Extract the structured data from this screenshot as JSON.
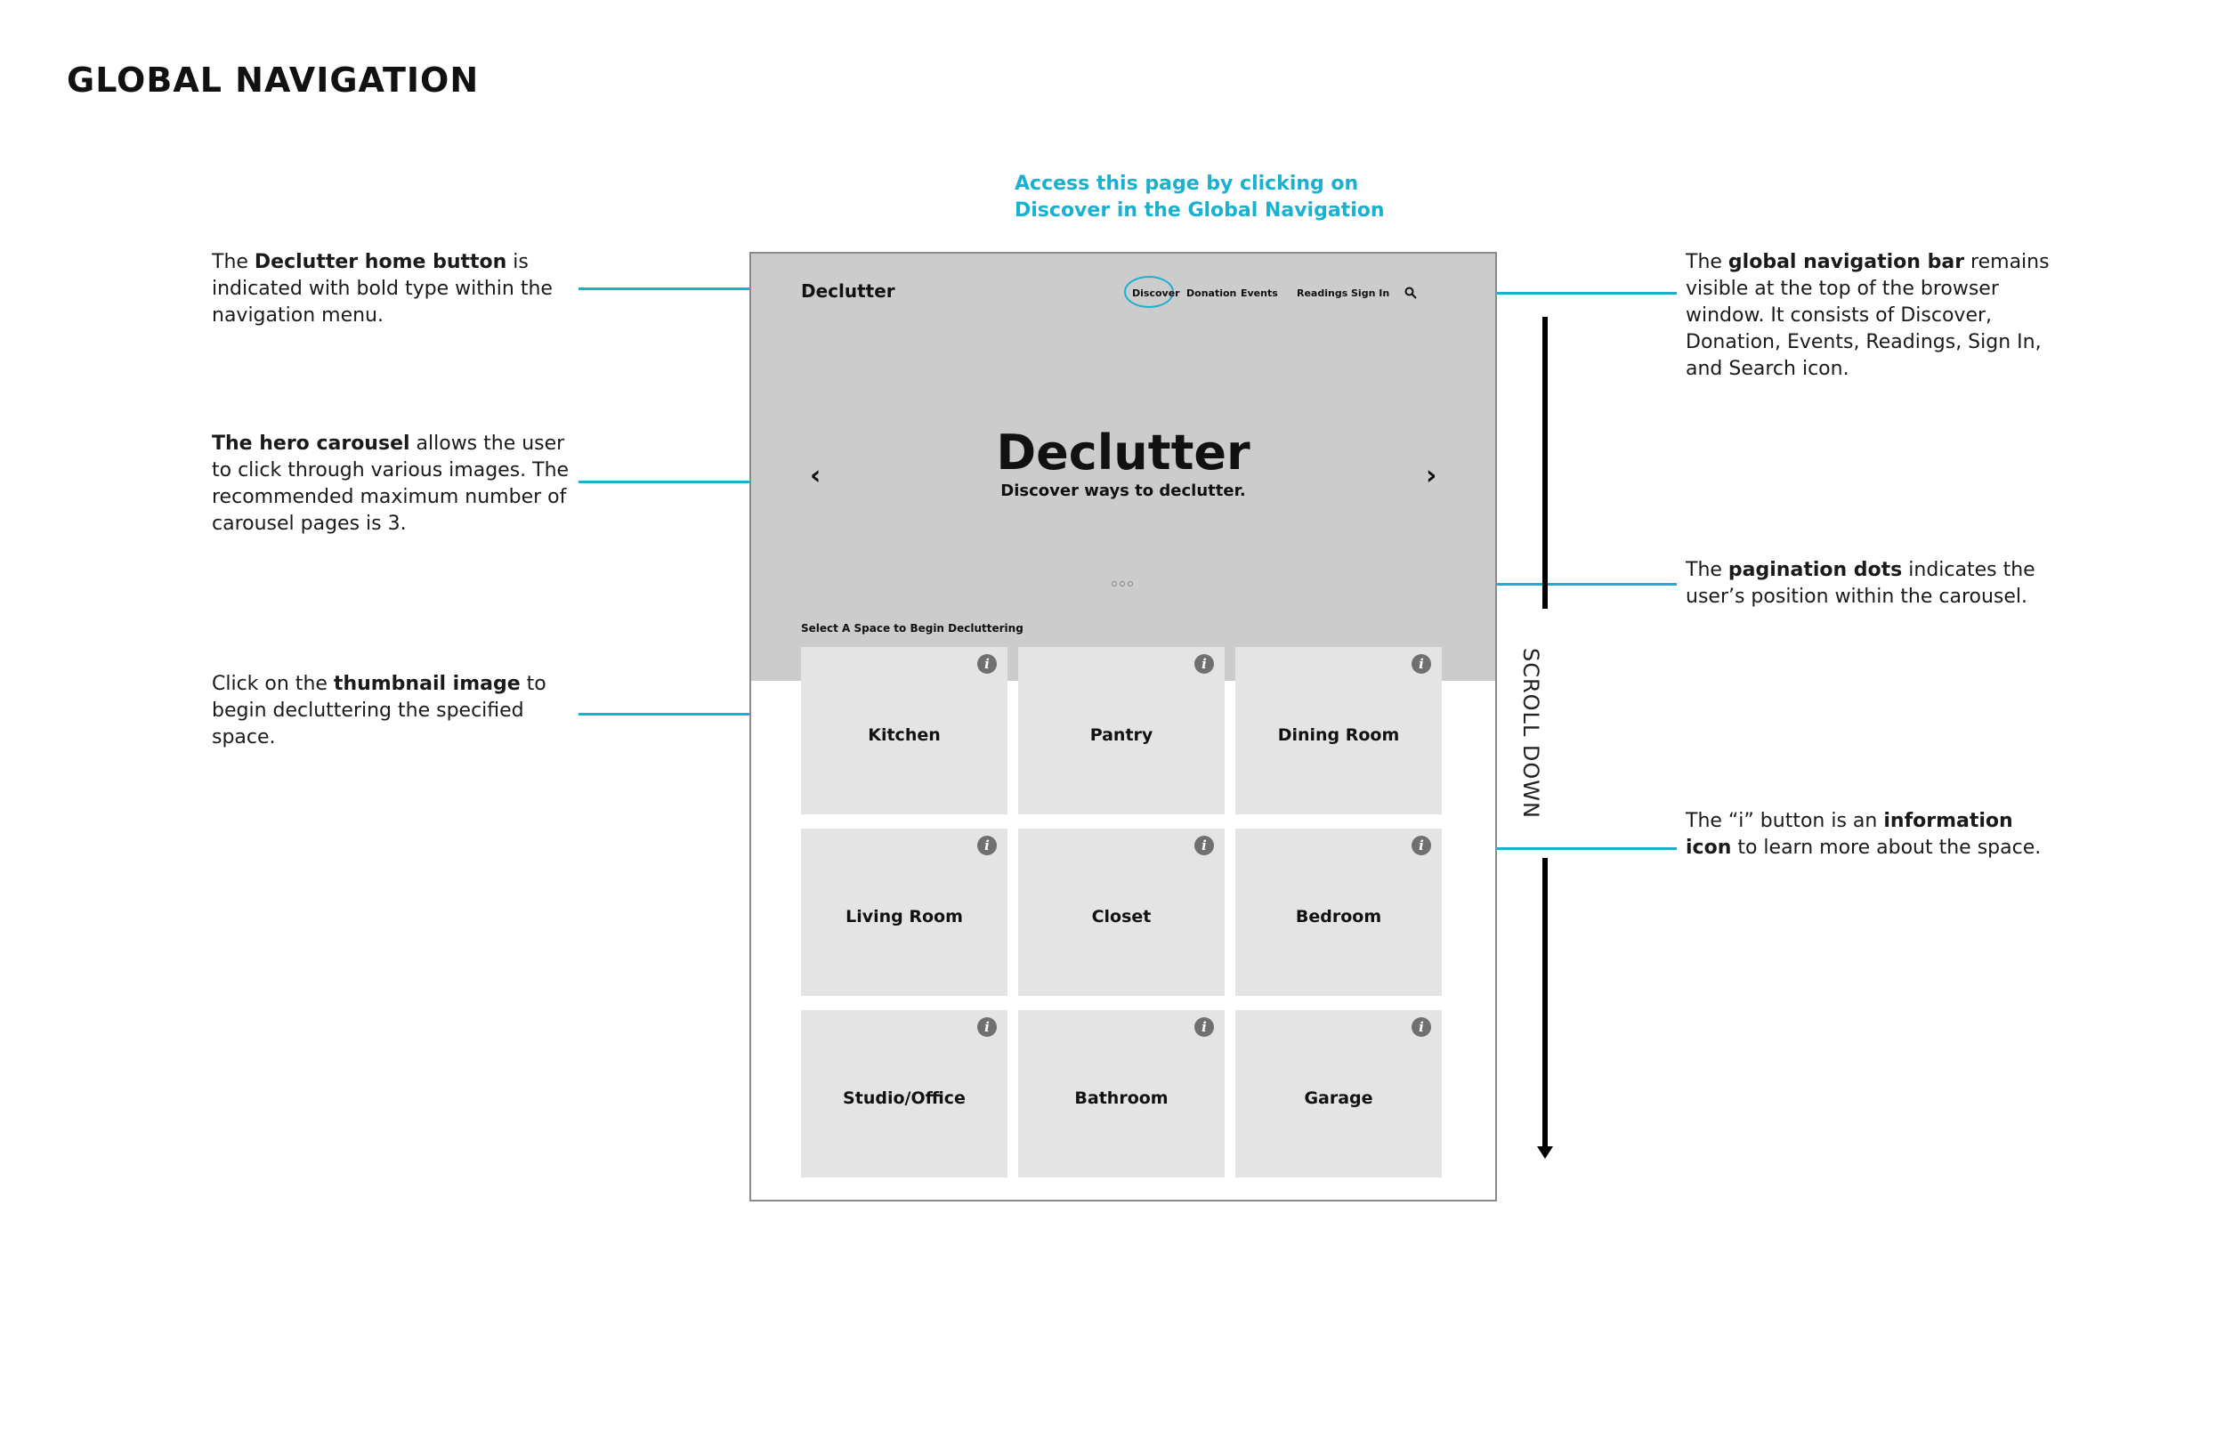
{
  "page": {
    "title": "GLOBAL NAVIGATION",
    "access_note": "Access this page by clicking on Discover in the Global Navigation"
  },
  "annotations": {
    "home_button": {
      "pre": "The ",
      "bold": "Declutter home button",
      "post": " is indicated with bold type within the navigation menu."
    },
    "hero_carousel": {
      "pre": "",
      "bold": "The hero carousel",
      "post": " allows the user to click through various images. The recommended maximum number of carousel pages is 3."
    },
    "thumbnail": {
      "pre": "Click on the ",
      "bold": "thumbnail image",
      "post": " to begin decluttering the specified space."
    },
    "global_nav": {
      "pre": "The ",
      "bold": "global navigation bar",
      "post": " remains visible at the top of the browser window. It consists of Discover, Donation, Events, Readings, Sign In, and Search icon."
    },
    "pagination": {
      "pre": "The ",
      "bold": "pagination dots",
      "post": " indicates the user’s position within the carousel."
    },
    "info_icon": {
      "pre": "The “i” button is an ",
      "bold": "information icon",
      "post": " to learn more about the space."
    }
  },
  "wireframe": {
    "brand": "Declutter",
    "nav": {
      "discover": "Discover",
      "donation": "Donation",
      "events": "Events",
      "readings": "Readings",
      "sign_in": "Sign In",
      "search_icon": "search-icon"
    },
    "hero": {
      "title": "Declutter",
      "subtitle": "Discover ways to declutter.",
      "prev_glyph": "‹",
      "next_glyph": "›",
      "pages": 3,
      "current_page": 1
    },
    "section_label": "Select A Space to Begin Decluttering",
    "info_glyph": "i",
    "tiles": [
      "Kitchen",
      "Pantry",
      "Dining Room",
      "Living Room",
      "Closet",
      "Bedroom",
      "Studio/Office",
      "Bathroom",
      "Garage"
    ]
  },
  "scroll": {
    "label": "SCROLL DOWN"
  },
  "colors": {
    "accent": "#1ab0cf",
    "hero_bg": "#cccccc",
    "tile_bg": "#e4e4e4",
    "info_bg": "#707070"
  }
}
